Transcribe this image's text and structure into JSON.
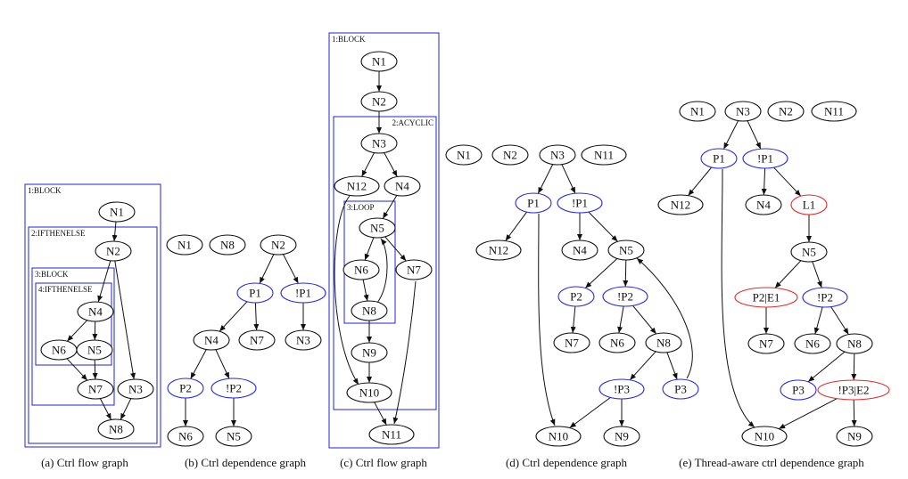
{
  "colors": {
    "normal": "#111111",
    "predicate": "#2a2ae0",
    "thread": "#e02a2a",
    "cluster": "#2222dd"
  },
  "subfigures": [
    {
      "id": "a",
      "caption": "(a) Ctrl flow graph",
      "clusters": [
        {
          "id": "a-c1",
          "label": "1:BLOCK"
        },
        {
          "id": "a-c2",
          "label": "2:IFTHENELSE"
        },
        {
          "id": "a-c3",
          "label": "3:BLOCK"
        },
        {
          "id": "a-c4",
          "label": "4:IFTHENELSE"
        }
      ],
      "nodes": [
        {
          "id": "a-N1",
          "label": "N1",
          "kind": "normal"
        },
        {
          "id": "a-N2",
          "label": "N2",
          "kind": "normal"
        },
        {
          "id": "a-N4",
          "label": "N4",
          "kind": "normal"
        },
        {
          "id": "a-N6",
          "label": "N6",
          "kind": "normal"
        },
        {
          "id": "a-N5",
          "label": "N5",
          "kind": "normal"
        },
        {
          "id": "a-N7",
          "label": "N7",
          "kind": "normal"
        },
        {
          "id": "a-N3",
          "label": "N3",
          "kind": "normal"
        },
        {
          "id": "a-N8",
          "label": "N8",
          "kind": "normal"
        }
      ],
      "edges": [
        [
          "a-N1",
          "a-N2"
        ],
        [
          "a-N2",
          "a-N4"
        ],
        [
          "a-N2",
          "a-N3"
        ],
        [
          "a-N4",
          "a-N6"
        ],
        [
          "a-N4",
          "a-N5"
        ],
        [
          "a-N6",
          "a-N7"
        ],
        [
          "a-N5",
          "a-N7"
        ],
        [
          "a-N7",
          "a-N8"
        ],
        [
          "a-N3",
          "a-N8"
        ]
      ]
    },
    {
      "id": "b",
      "caption": "(b) Ctrl dependence graph",
      "clusters": [],
      "nodes": [
        {
          "id": "b-N1",
          "label": "N1",
          "kind": "normal"
        },
        {
          "id": "b-N8",
          "label": "N8",
          "kind": "normal"
        },
        {
          "id": "b-N2",
          "label": "N2",
          "kind": "normal"
        },
        {
          "id": "b-P1",
          "label": "P1",
          "kind": "predicate"
        },
        {
          "id": "b-nP1",
          "label": "!P1",
          "kind": "predicate"
        },
        {
          "id": "b-N4",
          "label": "N4",
          "kind": "normal"
        },
        {
          "id": "b-N7",
          "label": "N7",
          "kind": "normal"
        },
        {
          "id": "b-N3",
          "label": "N3",
          "kind": "normal"
        },
        {
          "id": "b-P2",
          "label": "P2",
          "kind": "predicate"
        },
        {
          "id": "b-nP2",
          "label": "!P2",
          "kind": "predicate"
        },
        {
          "id": "b-N6",
          "label": "N6",
          "kind": "normal"
        },
        {
          "id": "b-N5",
          "label": "N5",
          "kind": "normal"
        }
      ],
      "edges": [
        [
          "b-N2",
          "b-P1"
        ],
        [
          "b-N2",
          "b-nP1"
        ],
        [
          "b-P1",
          "b-N4"
        ],
        [
          "b-P1",
          "b-N7"
        ],
        [
          "b-nP1",
          "b-N3"
        ],
        [
          "b-N4",
          "b-P2"
        ],
        [
          "b-N4",
          "b-nP2"
        ],
        [
          "b-P2",
          "b-N6"
        ],
        [
          "b-nP2",
          "b-N5"
        ]
      ]
    },
    {
      "id": "c",
      "caption": "(c) Ctrl flow graph",
      "clusters": [
        {
          "id": "c-c1",
          "label": "1:BLOCK"
        },
        {
          "id": "c-c2",
          "label": "2:ACYCLIC"
        },
        {
          "id": "c-c3",
          "label": "3:LOOP"
        }
      ],
      "nodes": [
        {
          "id": "c-N1",
          "label": "N1",
          "kind": "normal"
        },
        {
          "id": "c-N2",
          "label": "N2",
          "kind": "normal"
        },
        {
          "id": "c-N3",
          "label": "N3",
          "kind": "normal"
        },
        {
          "id": "c-N12",
          "label": "N12",
          "kind": "normal"
        },
        {
          "id": "c-N4",
          "label": "N4",
          "kind": "normal"
        },
        {
          "id": "c-N5",
          "label": "N5",
          "kind": "normal"
        },
        {
          "id": "c-N6",
          "label": "N6",
          "kind": "normal"
        },
        {
          "id": "c-N7",
          "label": "N7",
          "kind": "normal"
        },
        {
          "id": "c-N8",
          "label": "N8",
          "kind": "normal"
        },
        {
          "id": "c-N9",
          "label": "N9",
          "kind": "normal"
        },
        {
          "id": "c-N10",
          "label": "N10",
          "kind": "normal"
        },
        {
          "id": "c-N11",
          "label": "N11",
          "kind": "normal"
        }
      ],
      "edges": [
        [
          "c-N1",
          "c-N2"
        ],
        [
          "c-N2",
          "c-N3"
        ],
        [
          "c-N3",
          "c-N12"
        ],
        [
          "c-N3",
          "c-N4"
        ],
        [
          "c-N4",
          "c-N5"
        ],
        [
          "c-N5",
          "c-N6"
        ],
        [
          "c-N5",
          "c-N7"
        ],
        [
          "c-N6",
          "c-N8"
        ],
        [
          "c-N8",
          "c-N5"
        ],
        [
          "c-N8",
          "c-N9"
        ],
        [
          "c-N9",
          "c-N10"
        ],
        [
          "c-N12",
          "c-N10"
        ],
        [
          "c-N10",
          "c-N11"
        ],
        [
          "c-N7",
          "c-N11"
        ]
      ]
    },
    {
      "id": "d",
      "caption": "(d) Ctrl dependence graph",
      "clusters": [],
      "nodes": [
        {
          "id": "d-N1",
          "label": "N1",
          "kind": "normal"
        },
        {
          "id": "d-N2",
          "label": "N2",
          "kind": "normal"
        },
        {
          "id": "d-N3",
          "label": "N3",
          "kind": "normal"
        },
        {
          "id": "d-N11",
          "label": "N11",
          "kind": "normal"
        },
        {
          "id": "d-P1",
          "label": "P1",
          "kind": "predicate"
        },
        {
          "id": "d-nP1",
          "label": "!P1",
          "kind": "predicate"
        },
        {
          "id": "d-N12",
          "label": "N12",
          "kind": "normal"
        },
        {
          "id": "d-N4",
          "label": "N4",
          "kind": "normal"
        },
        {
          "id": "d-N5",
          "label": "N5",
          "kind": "normal"
        },
        {
          "id": "d-P2",
          "label": "P2",
          "kind": "predicate"
        },
        {
          "id": "d-nP2",
          "label": "!P2",
          "kind": "predicate"
        },
        {
          "id": "d-N7",
          "label": "N7",
          "kind": "normal"
        },
        {
          "id": "d-N6",
          "label": "N6",
          "kind": "normal"
        },
        {
          "id": "d-N8",
          "label": "N8",
          "kind": "normal"
        },
        {
          "id": "d-nP3",
          "label": "!P3",
          "kind": "predicate"
        },
        {
          "id": "d-P3",
          "label": "P3",
          "kind": "predicate"
        },
        {
          "id": "d-N10",
          "label": "N10",
          "kind": "normal"
        },
        {
          "id": "d-N9",
          "label": "N9",
          "kind": "normal"
        }
      ],
      "edges": [
        [
          "d-N3",
          "d-P1"
        ],
        [
          "d-N3",
          "d-nP1"
        ],
        [
          "d-P1",
          "d-N12"
        ],
        [
          "d-P1",
          "d-N10"
        ],
        [
          "d-nP1",
          "d-N4"
        ],
        [
          "d-nP1",
          "d-N5"
        ],
        [
          "d-N5",
          "d-P2"
        ],
        [
          "d-N5",
          "d-nP2"
        ],
        [
          "d-P2",
          "d-N7"
        ],
        [
          "d-nP2",
          "d-N6"
        ],
        [
          "d-nP2",
          "d-N8"
        ],
        [
          "d-N8",
          "d-nP3"
        ],
        [
          "d-N8",
          "d-P3"
        ],
        [
          "d-P3",
          "d-N5"
        ],
        [
          "d-nP3",
          "d-N10"
        ],
        [
          "d-nP3",
          "d-N9"
        ]
      ]
    },
    {
      "id": "e",
      "caption": "(e) Thread-aware ctrl dependence graph",
      "clusters": [],
      "nodes": [
        {
          "id": "e-N1",
          "label": "N1",
          "kind": "normal"
        },
        {
          "id": "e-N3",
          "label": "N3",
          "kind": "normal"
        },
        {
          "id": "e-N2",
          "label": "N2",
          "kind": "normal"
        },
        {
          "id": "e-N11",
          "label": "N11",
          "kind": "normal"
        },
        {
          "id": "e-P1",
          "label": "P1",
          "kind": "predicate"
        },
        {
          "id": "e-nP1",
          "label": "!P1",
          "kind": "predicate"
        },
        {
          "id": "e-N12",
          "label": "N12",
          "kind": "normal"
        },
        {
          "id": "e-N4",
          "label": "N4",
          "kind": "normal"
        },
        {
          "id": "e-L1",
          "label": "L1",
          "kind": "thread"
        },
        {
          "id": "e-N5",
          "label": "N5",
          "kind": "normal"
        },
        {
          "id": "e-P2E1",
          "label": "P2|E1",
          "kind": "thread"
        },
        {
          "id": "e-nP2",
          "label": "!P2",
          "kind": "predicate"
        },
        {
          "id": "e-N7",
          "label": "N7",
          "kind": "normal"
        },
        {
          "id": "e-N6",
          "label": "N6",
          "kind": "normal"
        },
        {
          "id": "e-N8",
          "label": "N8",
          "kind": "normal"
        },
        {
          "id": "e-P3",
          "label": "P3",
          "kind": "predicate"
        },
        {
          "id": "e-nP3E2",
          "label": "!P3|E2",
          "kind": "thread"
        },
        {
          "id": "e-N10",
          "label": "N10",
          "kind": "normal"
        },
        {
          "id": "e-N9",
          "label": "N9",
          "kind": "normal"
        }
      ],
      "edges": [
        [
          "e-N3",
          "e-P1"
        ],
        [
          "e-N3",
          "e-nP1"
        ],
        [
          "e-P1",
          "e-N12"
        ],
        [
          "e-P1",
          "e-N10"
        ],
        [
          "e-nP1",
          "e-N4"
        ],
        [
          "e-nP1",
          "e-L1"
        ],
        [
          "e-L1",
          "e-N5"
        ],
        [
          "e-N5",
          "e-P2E1"
        ],
        [
          "e-N5",
          "e-nP2"
        ],
        [
          "e-P2E1",
          "e-N7"
        ],
        [
          "e-nP2",
          "e-N6"
        ],
        [
          "e-nP2",
          "e-N8"
        ],
        [
          "e-N8",
          "e-P3"
        ],
        [
          "e-N8",
          "e-nP3E2"
        ],
        [
          "e-nP3E2",
          "e-N10"
        ],
        [
          "e-nP3E2",
          "e-N9"
        ]
      ]
    }
  ]
}
